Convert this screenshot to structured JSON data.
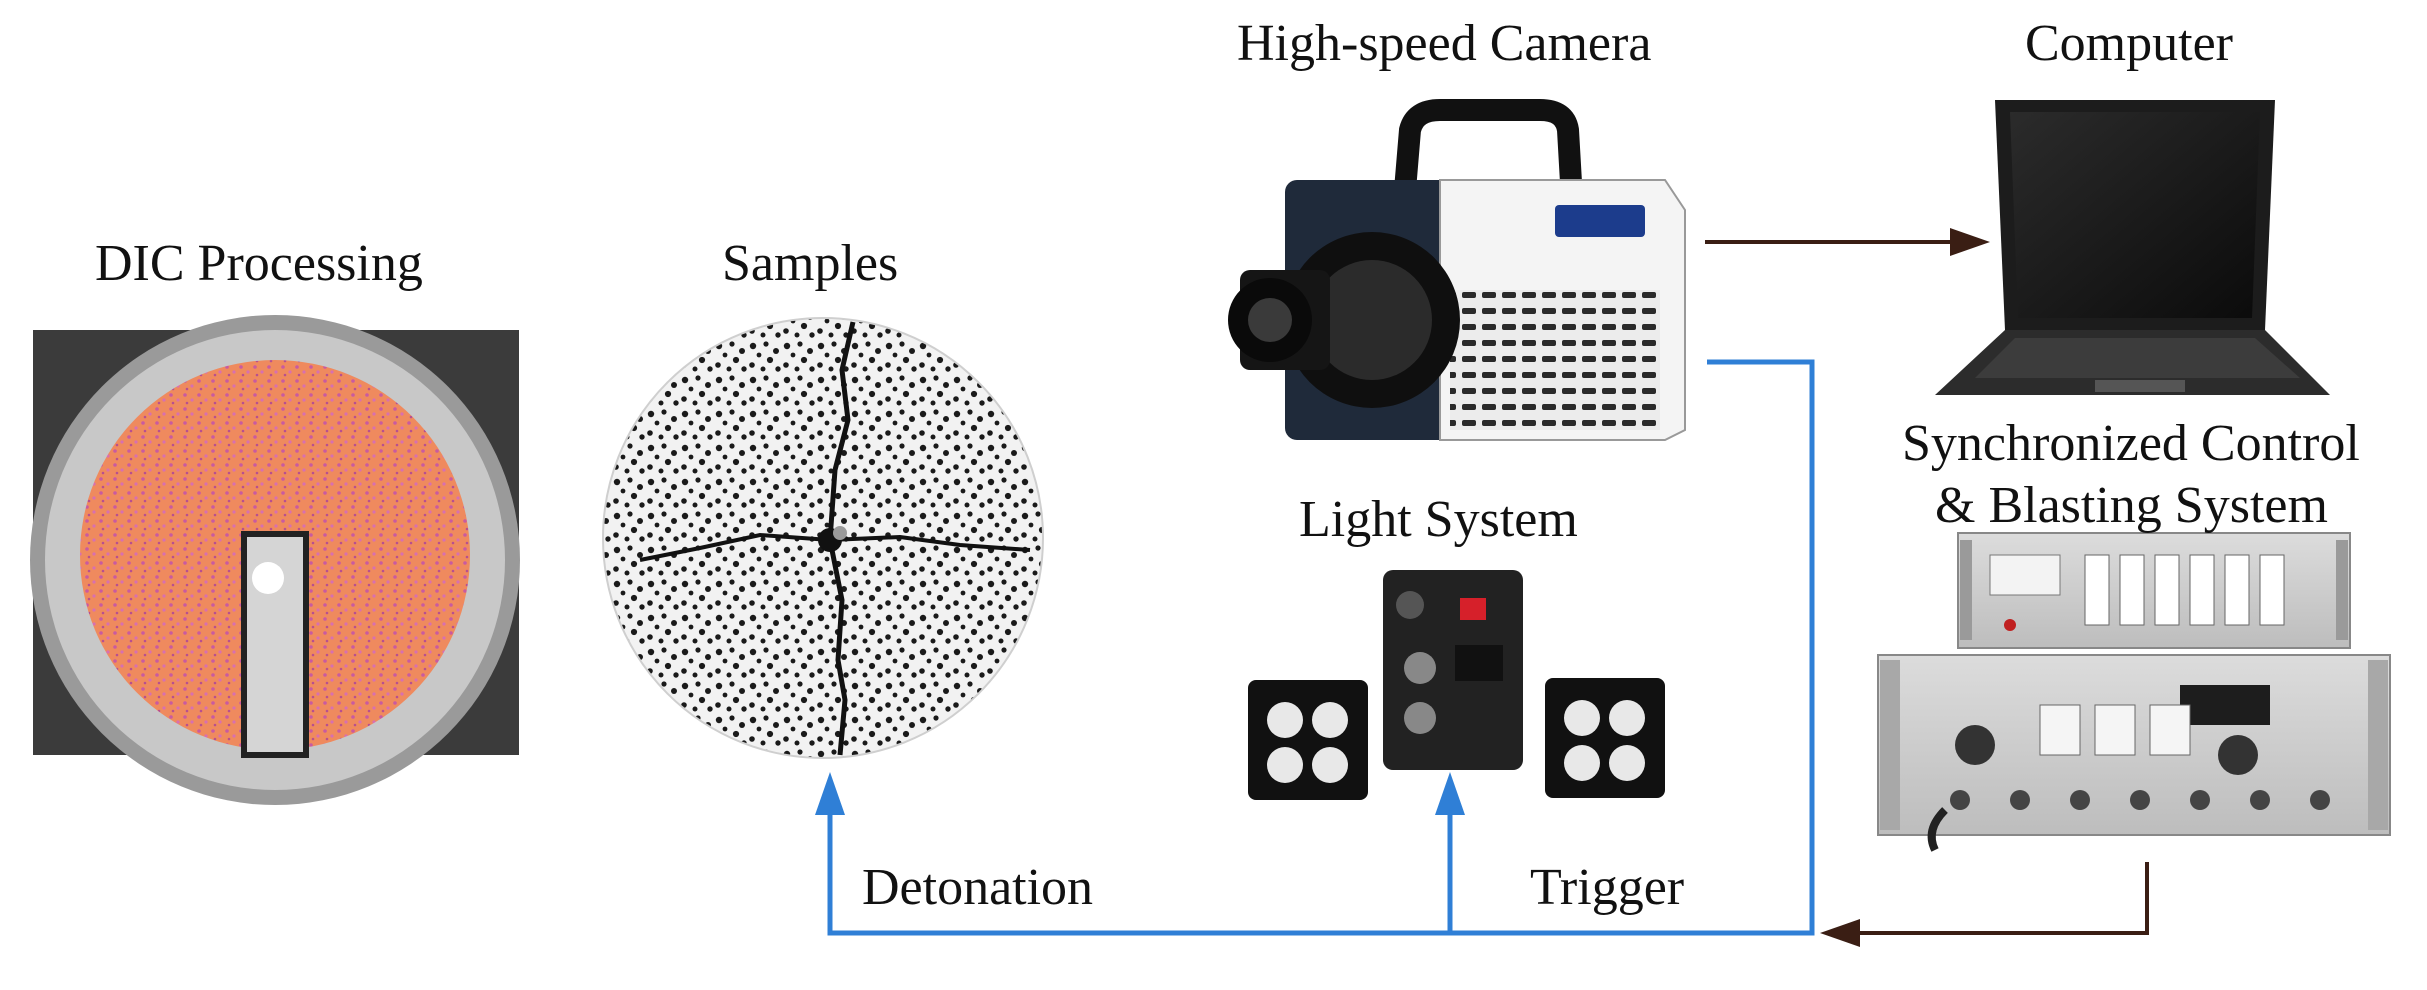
{
  "labels": {
    "dic_processing": "DIC Processing",
    "samples": "Samples",
    "high_speed_camera": "High-speed Camera",
    "computer": "Computer",
    "light_system": "Light System",
    "sync_line1": "Synchronized Control",
    "sync_line2": "& Blasting System",
    "detonation": "Detonation",
    "trigger": "Trigger"
  },
  "colors": {
    "signal_blue": "#2f7fd6",
    "data_brown": "#3a1e14",
    "speckle_orange": "#e98a5f"
  }
}
